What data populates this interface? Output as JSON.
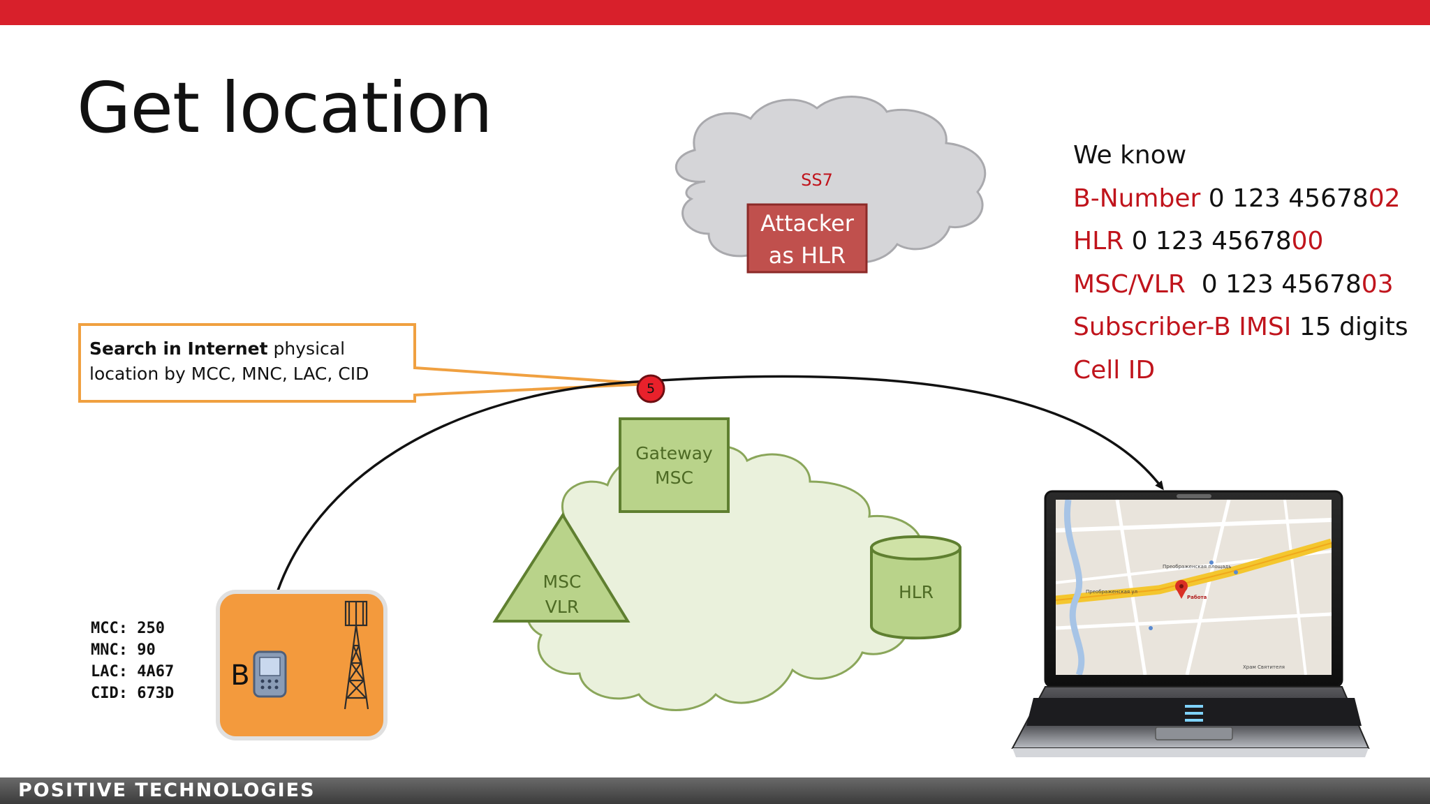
{
  "slide": {
    "title": "Get location",
    "brand": "POSITIVE TECHNOLOGIES"
  },
  "cloud_top": {
    "label": "SS7",
    "attacker_line1": "Attacker",
    "attacker_line2": "as HLR"
  },
  "known": {
    "heading": "We know",
    "b_number_label": "B-Number",
    "b_number_prefix": " 0 123 45678",
    "b_number_suffix": "02",
    "hlr_label": "HLR",
    "hlr_prefix": " 0 123 45678",
    "hlr_suffix": "00",
    "msc_label": "MSC/VLR",
    "msc_prefix": "  0 123 45678",
    "msc_suffix": "03",
    "imsi_label": "Subscriber-B IMSI",
    "imsi_value": " 15 digits",
    "cell_id_label": "Cell ID"
  },
  "callout": {
    "bold": "Search in Internet",
    "rest": " physical location by MCC, MNC, LAC, CID"
  },
  "step": {
    "number": "5"
  },
  "network": {
    "gateway_line1": "Gateway",
    "gateway_line2": "MSC",
    "msc_line1": "MSC",
    "msc_line2": "VLR",
    "hlr": "HLR"
  },
  "subscriber": {
    "letter": "B",
    "codes": {
      "mcc": "MCC: 250",
      "mnc": "MNC: 90",
      "lac": "LAC: 4A67",
      "cid": "CID: 673D"
    }
  },
  "map": {
    "label_square": "Преображенская площадь",
    "label_street": "Преображенская ул",
    "label_pin": "Работа",
    "label_temple": "Храм Святителя"
  },
  "colors": {
    "accent_red": "#d8202b",
    "text_red": "#c0141c",
    "callout_orange": "#f0a040",
    "node_green": "#b9d38a",
    "node_stroke": "#6f8f3c",
    "cloud_grey": "#d5d5d8",
    "tile_orange": "#f39a3d"
  }
}
